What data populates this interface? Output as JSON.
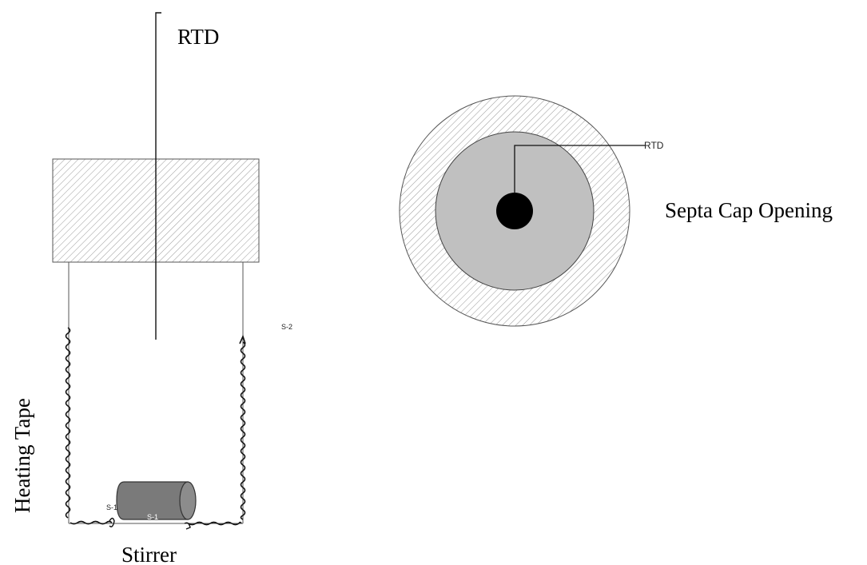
{
  "labels": {
    "rtd_side": "RTD",
    "rtd_top": "RTD",
    "septa_cap_opening": "Septa Cap Opening",
    "heating_tape": "Heating Tape",
    "stirrer": "Stirrer",
    "s1_left": "S-1",
    "s1_center": "S-1",
    "s2": "S-2"
  },
  "colors": {
    "line": "#000000",
    "hatch": "#9a9a9a",
    "septa_inner_fill": "#c0c0c0",
    "stirrer_fill": "#7a7a7a",
    "rtd_core": "#000000"
  }
}
